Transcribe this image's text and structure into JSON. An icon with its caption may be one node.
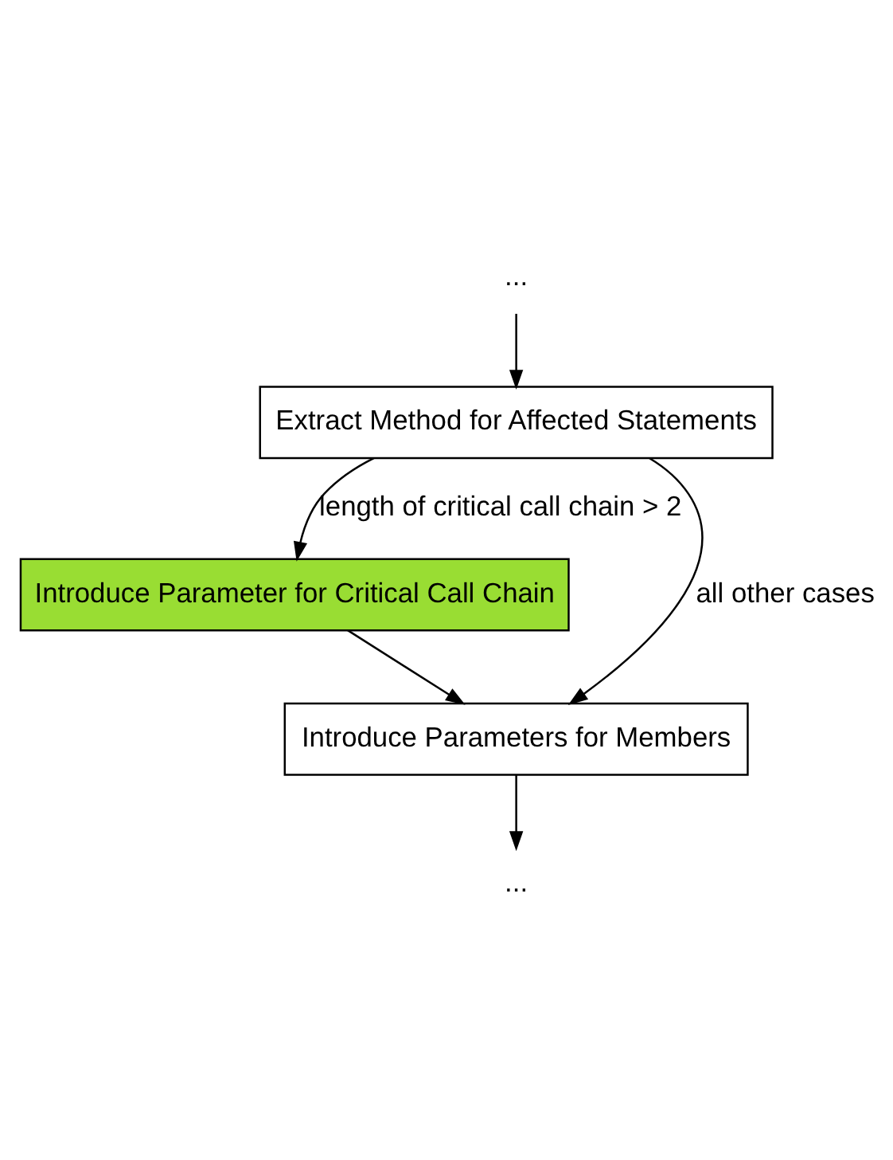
{
  "diagram": {
    "nodes": [
      {
        "text": [
          "..."
        ]
      },
      {
        "text": [
          "Extract Method for Affected Statements"
        ]
      },
      {
        "text": [
          "Introduce Parameter for Critical Call Chain"
        ]
      },
      {
        "text": [
          "Introduce Parameters for Members"
        ]
      },
      {
        "text": [
          "..."
        ]
      }
    ],
    "edges": [
      {
        "from": 0,
        "to": 1,
        "arrow": "to"
      },
      {
        "from": 1,
        "to": 2,
        "arrow": "to",
        "label": "length of critical call chain > 2"
      },
      {
        "from": 1,
        "to": 3,
        "arrow": "to",
        "label": "all other cases"
      },
      {
        "from": 2,
        "to": 3,
        "arrow": "to"
      },
      {
        "from": 3,
        "to": 4,
        "arrow": "to"
      }
    ]
  }
}
